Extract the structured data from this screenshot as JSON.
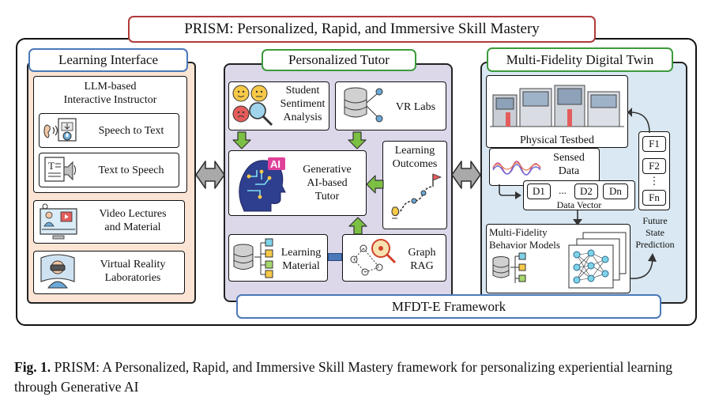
{
  "title": "PRISM: Personalized, Rapid, and Immersive Skill Mastery",
  "framework_label": "MFDT-E Framework",
  "learning_interface": {
    "heading": "Learning Interface",
    "instructor": {
      "line1": "LLM-based",
      "line2": "Interactive Instructor",
      "items": [
        "Speech to Text",
        "Text to Speech"
      ]
    },
    "video": {
      "line1": "Video Lectures",
      "line2": "and Material"
    },
    "vr": {
      "line1": "Virtual Reality",
      "line2": "Laboratories"
    }
  },
  "tutor": {
    "heading": "Personalized Tutor",
    "sentiment": {
      "line1": "Student",
      "line2": "Sentiment",
      "line3": "Analysis"
    },
    "vr_labs": "VR Labs",
    "generative": {
      "line1": "Generative",
      "line2": "AI-based",
      "line3": "Tutor",
      "badge": "AI"
    },
    "outcomes": {
      "line1": "Learning",
      "line2": "Outcomes"
    },
    "material": {
      "line1": "Learning",
      "line2": "Material"
    },
    "graph_rag": {
      "line1": "Graph",
      "line2": "RAG"
    }
  },
  "twin": {
    "heading": "Multi-Fidelity Digital Twin",
    "testbed": "Physical Testbed",
    "sensed": {
      "line1": "Sensed",
      "line2": "Data"
    },
    "vector": {
      "items": [
        "D1",
        "...",
        "D2",
        "Dn"
      ],
      "label": "Data Vector"
    },
    "behavior": {
      "line1": "Multi-Fidelity",
      "line2": "Behavior Models"
    },
    "future": {
      "items": [
        "F1",
        "F2",
        "⋮",
        "Fn"
      ],
      "line1": "Future",
      "line2": "State",
      "line3": "Prediction"
    }
  },
  "caption": {
    "label": "Fig. 1.",
    "text": " PRISM: A Personalized, Rapid, and Immersive Skill Mastery framework for personalizing experiential learning through Generative AI"
  },
  "colors": {
    "title_border": "#b03a3a",
    "blue_border": "#4a78b8",
    "green_border": "#3c9a3c",
    "green_arrow": "#7cc043",
    "left_bg": "#fbe4d4",
    "mid_bg": "#dcd8ea",
    "right_bg": "#d9e8f2"
  }
}
